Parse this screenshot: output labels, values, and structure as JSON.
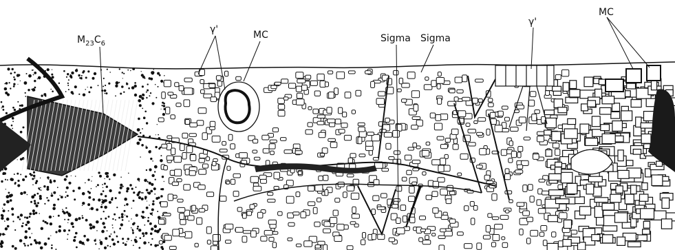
{
  "labels": {
    "m23c6": {
      "base": "M",
      "sub1": "23",
      "mid": "C",
      "sub2": "6"
    },
    "gamma_prime_left": "γ'",
    "mc_center": "MC",
    "sigma_center": "Sigma",
    "sigma_right": "Sigma",
    "gamma_prime_right": "γ'",
    "mc_right": "MC"
  },
  "colors": {
    "ink": "#111111",
    "paper": "#ffffff",
    "dark_phase": "#2a2a2a"
  }
}
